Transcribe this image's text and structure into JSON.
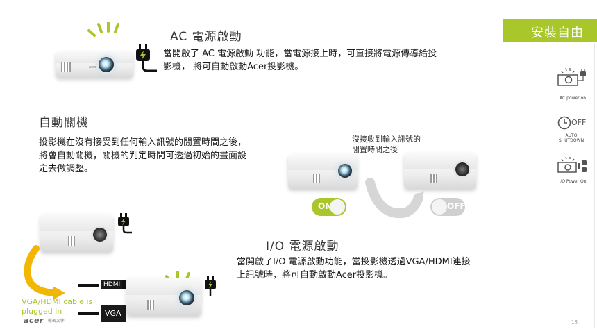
{
  "badge": {
    "label": "安裝自由",
    "color": "#a9c62b"
  },
  "ac": {
    "title": "AC 電源啟動",
    "desc_line1": "當開啟了 AC 電源啟動 功能，當電源接上時，可直接將電源傳導給投",
    "desc_line2": "影機， 將可自動啟動Acer投影機。"
  },
  "auto": {
    "title": "自動關機",
    "desc_line1": "投影機在沒有接受到任何輸入訊號的閒置時間之後，",
    "desc_line2": "將會自動關機，關機的判定時間可透過初始的畫面設",
    "desc_line3": "定去做調整。",
    "caption_line1": "沒接收到輸入訊號的",
    "caption_line2": "閒置時間之後",
    "toggle_on": "ON",
    "toggle_off": "OFF"
  },
  "io": {
    "title": "I/O 電源啟動",
    "desc_line1": "當開啟了I/O 電源啟動功能，當投影機透過VGA/HDMI連接",
    "desc_line2": "上訊號時，將可自動啟動Acer投影機。",
    "hdmi": "HDMI",
    "vga": "VGA",
    "cable_line1": "VGA/HDMI cable is",
    "cable_line2": "plugged in"
  },
  "sidebar": {
    "ac_label": "AC power on",
    "off_icon_text": "OFF",
    "auto_label_line1": "AUTO",
    "auto_label_line2": "SHUTDOWN",
    "io_label": "I/O Power On"
  },
  "brand": {
    "name": "acer"
  },
  "footer": {
    "confidential": "機密文件",
    "page": "18"
  },
  "colors": {
    "accent_green": "#a9c62b",
    "arrow_yellow": "#f2b705",
    "toggle_off": "#cfcfcf",
    "text": "#222222"
  }
}
